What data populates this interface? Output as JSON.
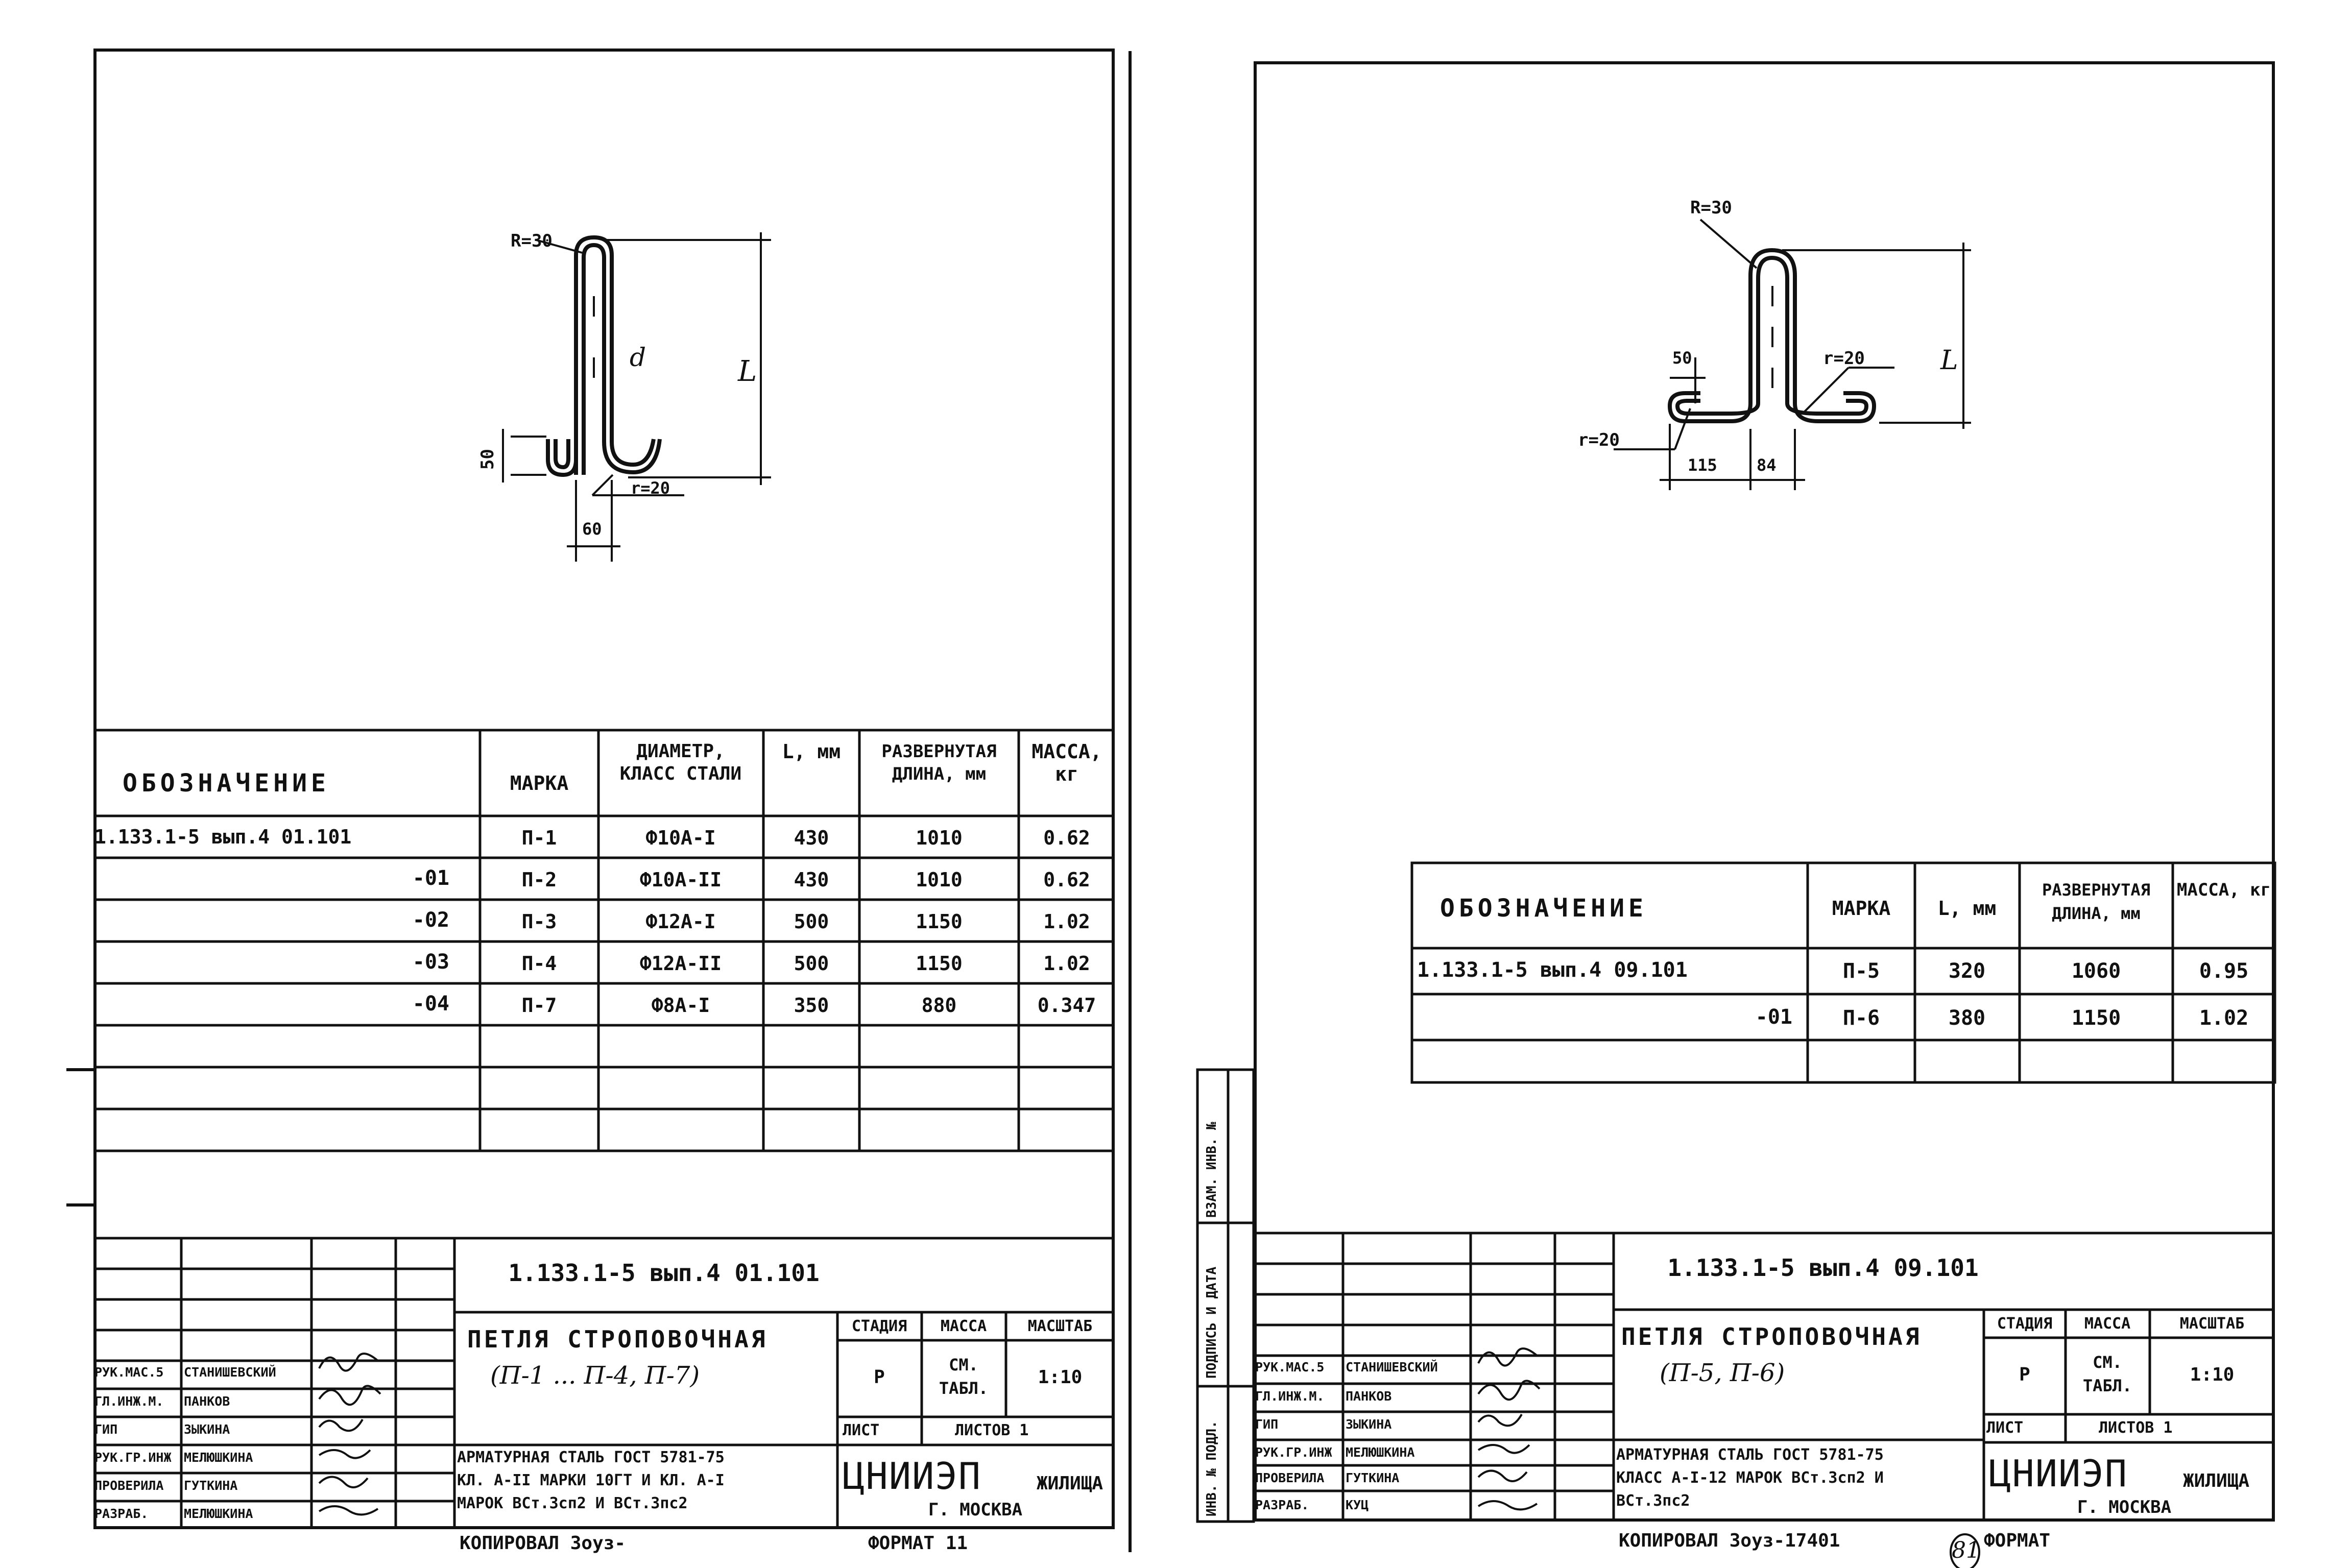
{
  "left": {
    "dims": {
      "radius": "R=30",
      "diameter": "d",
      "length": "L",
      "hook": "50",
      "bend_r": "r=20",
      "width": "60"
    },
    "table": {
      "headers": [
        "ОБОЗНАЧЕНИЕ",
        "МАРКА",
        "ДИАМЕТР, КЛАСС СТАЛИ",
        "L, мм",
        "РАЗВЕРНУТАЯ ДЛИНА, мм",
        "МАССА, кг"
      ],
      "rows": [
        [
          "1.133.1-5 вып.4 01.101",
          "П-1",
          "Ф10А-I",
          "430",
          "1010",
          "0.62"
        ],
        [
          "-01",
          "П-2",
          "Ф10А-II",
          "430",
          "1010",
          "0.62"
        ],
        [
          "-02",
          "П-3",
          "Ф12А-I",
          "500",
          "1150",
          "1.02"
        ],
        [
          "-03",
          "П-4",
          "Ф12А-II",
          "500",
          "1150",
          "1.02"
        ],
        [
          "-04",
          "П-7",
          "Ф8А-I",
          "350",
          "880",
          "0.347"
        ]
      ]
    },
    "stamp": {
      "code": "1.133.1-5 вып.4 01.101",
      "title_line1": "ПЕТЛЯ СТРОПОВОЧНАЯ",
      "title_line2": "(П-1 ... П-4, П-7)",
      "stage_h": "СТАДИЯ",
      "mass_h": "МАССА",
      "scale_h": "МАСШТАБ",
      "stage": "Р",
      "mass": "СМ. ТАБЛ.",
      "scale": "1:10",
      "sheet": "ЛИСТ",
      "sheets": "ЛИСТОВ 1",
      "material": [
        "АРМАТУРНАЯ СТАЛЬ ГОСТ 5781-75",
        "КЛ. А-II МАРКИ 10ГТ И КЛ. А-I",
        "МАРОК ВСт.3сп2 И ВСт.3пс2"
      ],
      "org": "ЦНИИЭП",
      "org_sub": "ЖИЛИЩА",
      "city": "Г. МОСКВА",
      "roles": [
        "РУК.МАС.5",
        "ГЛ.ИНЖ.М.",
        "ГИП",
        "РУК.ГР.ИНЖ",
        "ПРОВЕРИЛА",
        "РАЗРАБ."
      ],
      "names": [
        "СТАНИШЕВСКИЙ",
        "ПАНКОВ",
        "ЗЫКИНА",
        "МЕЛЮШКИНА",
        "ГУТКИНА",
        "МЕЛЮШКИНА"
      ],
      "copied": "КОПИРОВАЛ Зоуз-",
      "format": "ФОРМАТ 11"
    }
  },
  "right": {
    "dims": {
      "radius": "R=30",
      "length": "L",
      "hook": "50",
      "bend_r1": "r=20",
      "bend_r2": "r=20",
      "w1": "115",
      "w2": "84"
    },
    "table": {
      "headers": [
        "ОБОЗНАЧЕНИЕ",
        "МАРКА",
        "L, мм",
        "РАЗВЕРНУТАЯ ДЛИНА, мм",
        "МАССА, кг"
      ],
      "rows": [
        [
          "1.133.1-5 вып.4 09.101",
          "П-5",
          "320",
          "1060",
          "0.95"
        ],
        [
          "-01",
          "П-6",
          "380",
          "1150",
          "1.02"
        ]
      ]
    },
    "stamp": {
      "code": "1.133.1-5 вып.4 09.101",
      "title_line1": "ПЕТЛЯ СТРОПОВОЧНАЯ",
      "title_line2": "(П-5, П-6)",
      "stage_h": "СТАДИЯ",
      "mass_h": "МАССА",
      "scale_h": "МАСШТАБ",
      "stage": "Р",
      "mass": "СМ. ТАБЛ.",
      "scale": "1:10",
      "sheet": "ЛИСТ",
      "sheets": "ЛИСТОВ 1",
      "material": [
        "АРМАТУРНАЯ СТАЛЬ ГОСТ 5781-75",
        "КЛАСС А-I-12 МАРОК ВСт.3сп2 И",
        "ВСт.3пс2"
      ],
      "org": "ЦНИИЭП",
      "org_sub": "ЖИЛИЩА",
      "city": "Г. МОСКВА",
      "roles": [
        "РУК.МАС.5",
        "ГЛ.ИНЖ.М.",
        "ГИП",
        "РУК.ГР.ИНЖ",
        "ПРОВЕРИЛА",
        "РАЗРАБ."
      ],
      "names": [
        "СТАНИШЕВСКИЙ",
        "ПАНКОВ",
        "ЗЫКИНА",
        "МЕЛЮШКИНА",
        "ГУТКИНА",
        "КУЦ"
      ],
      "side_labels": [
        "ИНВ. № ПОДЛ.",
        "ПОДПИСЬ И ДАТА",
        "ВЗАМ. ИНВ. №"
      ],
      "copied": "КОПИРОВАЛ Зоуз-17401",
      "page_no": "81",
      "format": "ФОРМАТ"
    }
  }
}
